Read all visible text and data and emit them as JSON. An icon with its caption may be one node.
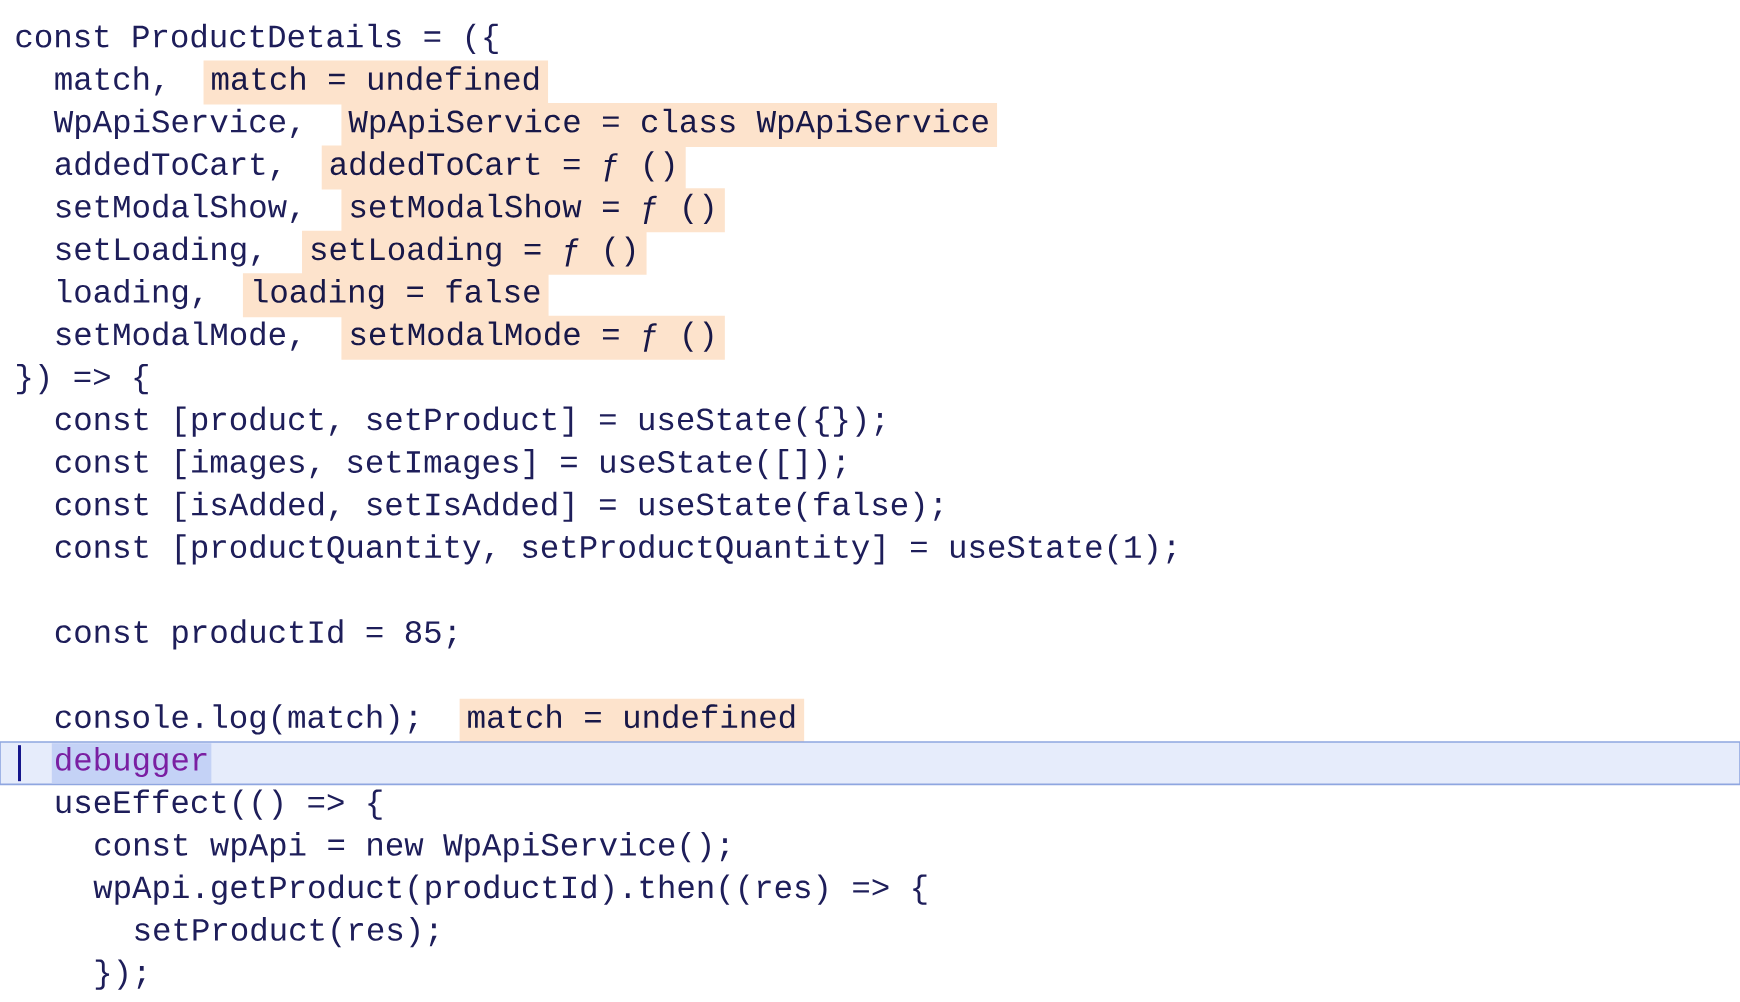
{
  "diagram": {
    "labels": [
      "const ProductDetails = ({",
      "match,",
      "match = undefined",
      "WpApiService,",
      "WpApiService = class WpApiService",
      "addedToCart,",
      "addedToCart = ƒ ()",
      "setModalShow,",
      "setModalShow = ƒ ()",
      "setLoading,",
      "setLoading = ƒ ()",
      "loading,",
      "loading = false",
      "setModalMode,",
      "setModalMode = ƒ ()",
      "}) => {",
      "const [product, setProduct] = useState({});",
      "const [images, setImages] = useState([]);",
      "const [isAdded, setIsAdded] = useState(false);",
      "const [productQuantity, setProductQuantity] = useState(1);",
      "const productId = 85;",
      "console.log(match);",
      "match = undefined",
      "debugger",
      "useEffect(() => {",
      "const wpApi = new WpApiService();",
      "wpApi.getProduct(productId).then((res) => {",
      "setProduct(res);",
      "});"
    ]
  }
}
